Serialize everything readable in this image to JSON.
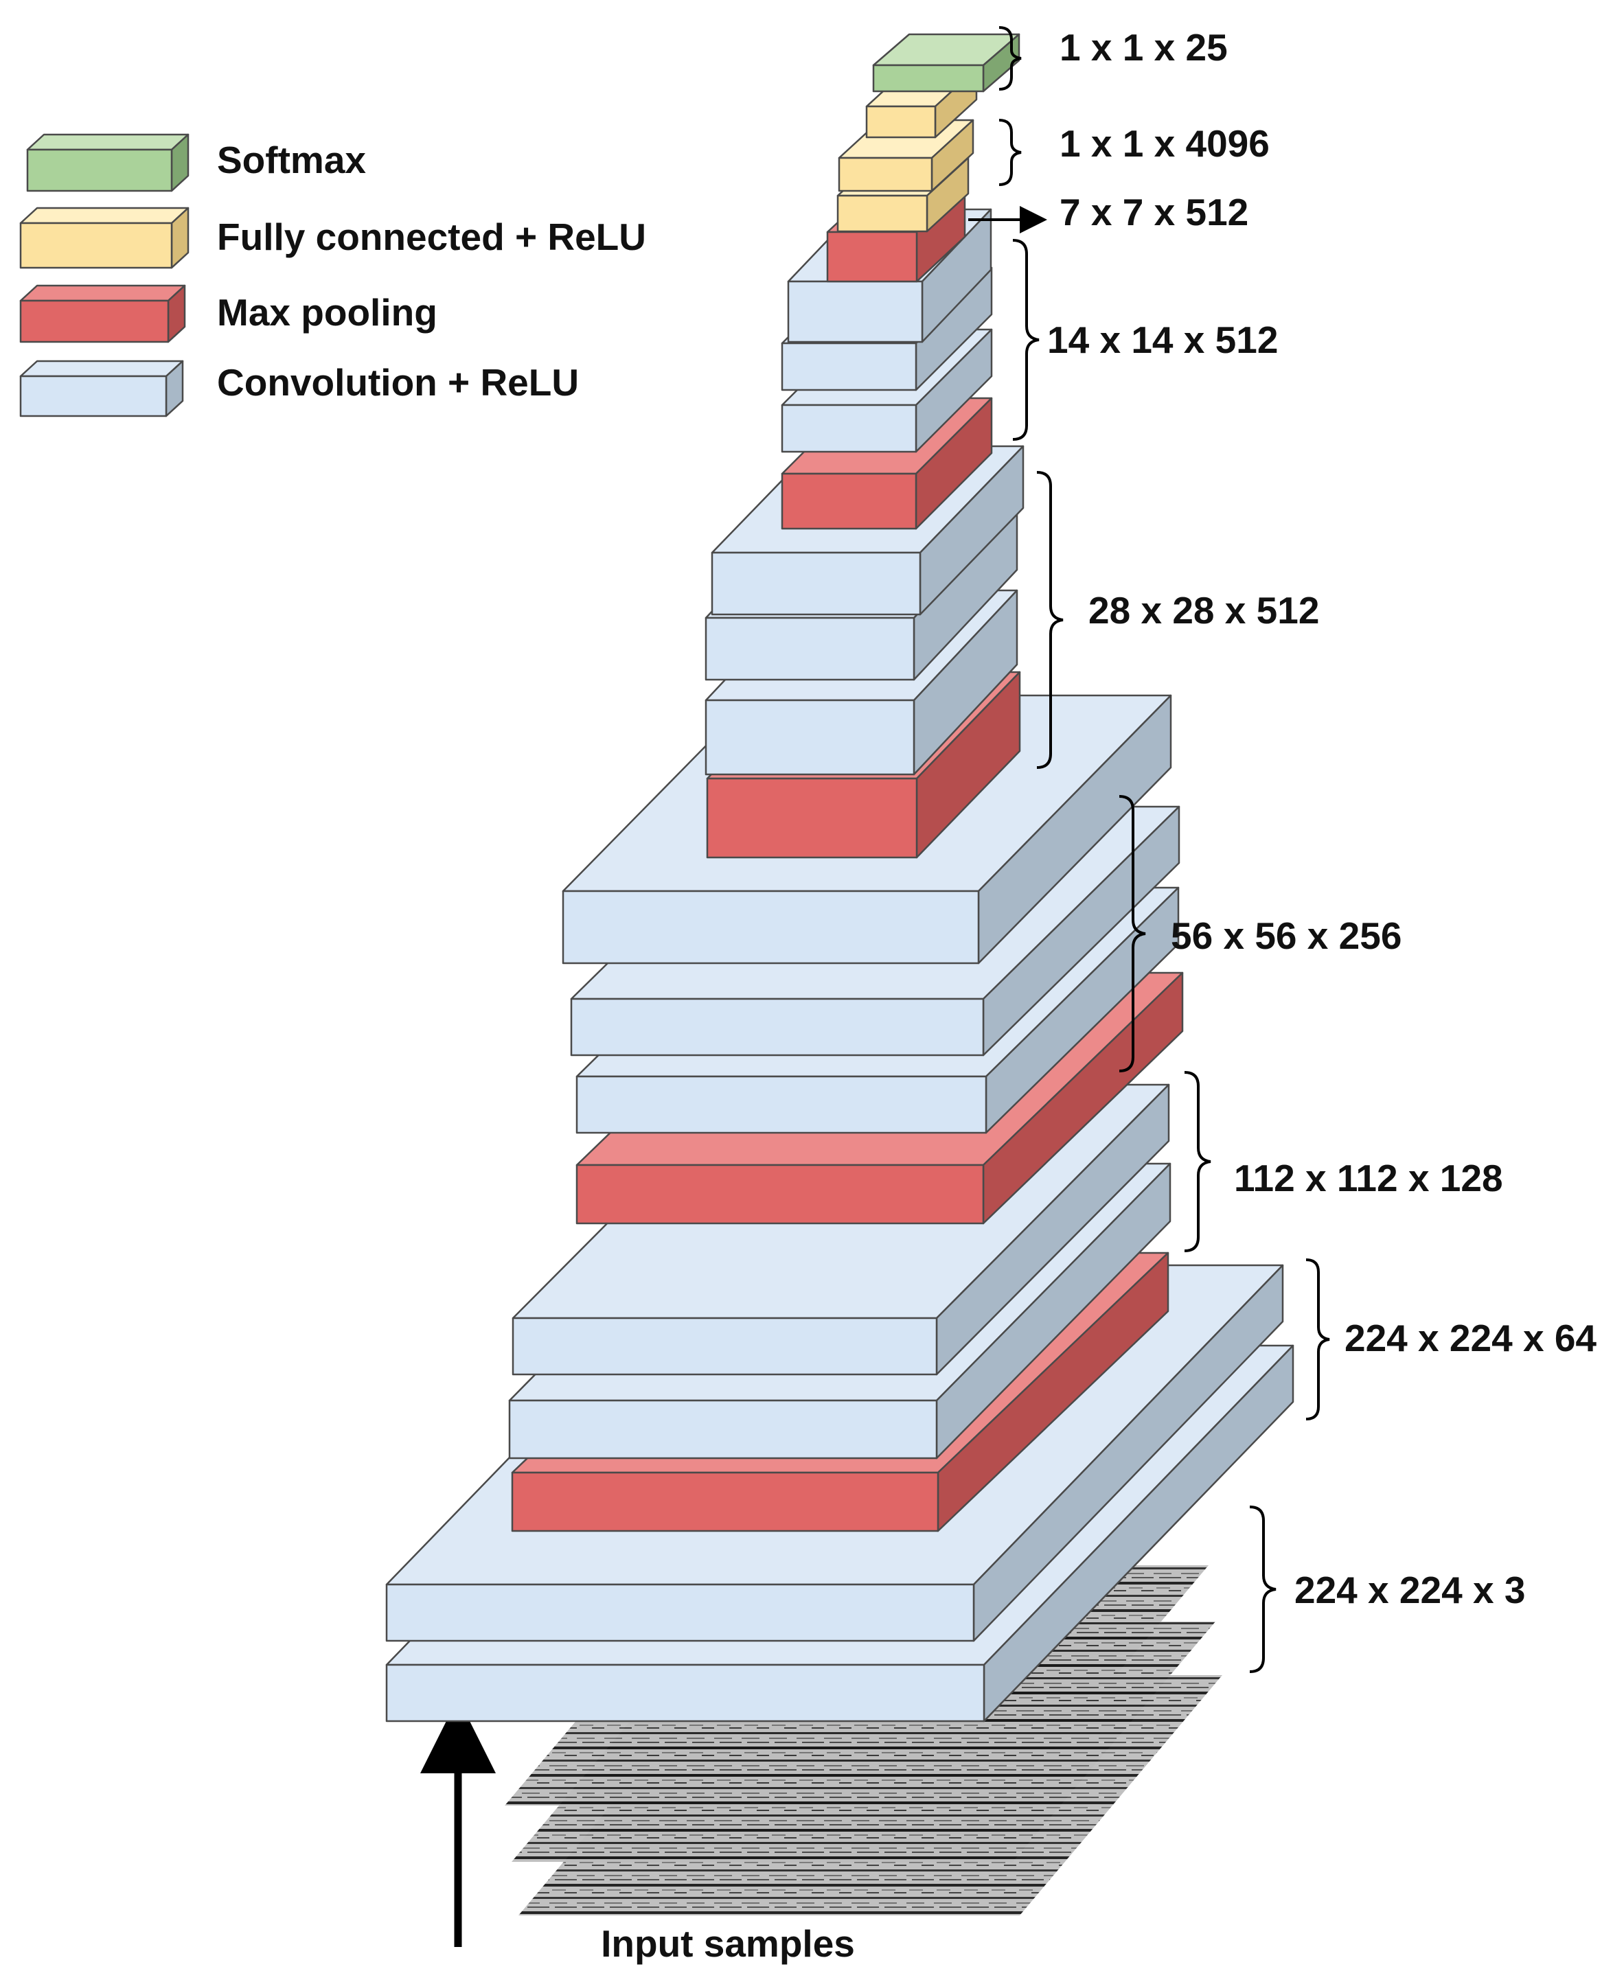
{
  "legend": [
    {
      "key": "softmax",
      "label": "Softmax"
    },
    {
      "key": "fc",
      "label": "Fully connected + ReLU"
    },
    {
      "key": "pool",
      "label": "Max pooling"
    },
    {
      "key": "conv",
      "label": "Convolution + ReLU"
    }
  ],
  "colors": {
    "softmax": {
      "front": "#aad29a",
      "top": "#c8e3bb",
      "side": "#7fa671"
    },
    "fc": {
      "front": "#fce29f",
      "top": "#fff0c4",
      "side": "#d7bc78"
    },
    "pool": {
      "front": "#e06666",
      "top": "#ec8a8a",
      "side": "#b54e4e"
    },
    "conv": {
      "front": "#d6e5f5",
      "top": "#dde9f6",
      "side": "#a8b8c7"
    },
    "edge": "#4a4a4a"
  },
  "layers": [
    {
      "type": "conv",
      "group": "224 x 224 x 3"
    },
    {
      "type": "conv",
      "group": "224 x 224 x 3"
    },
    {
      "type": "pool",
      "group": "224 x 224 x 64"
    },
    {
      "type": "conv",
      "group": "112 x 112 x 128"
    },
    {
      "type": "conv",
      "group": "112 x 112 x 128"
    },
    {
      "type": "pool",
      "group": "112 x 112 x 128"
    },
    {
      "type": "conv",
      "group": "56 x 56 x 256"
    },
    {
      "type": "conv",
      "group": "56 x 56 x 256"
    },
    {
      "type": "conv",
      "group": "56 x 56 x 256"
    },
    {
      "type": "pool",
      "group": "56 x 56 x 256"
    },
    {
      "type": "conv",
      "group": "28 x 28 x 512"
    },
    {
      "type": "conv",
      "group": "28 x 28 x 512"
    },
    {
      "type": "conv",
      "group": "28 x 28 x 512"
    },
    {
      "type": "pool",
      "group": "28 x 28 x 512"
    },
    {
      "type": "conv",
      "group": "14 x 14 x 512"
    },
    {
      "type": "conv",
      "group": "14 x 14 x 512"
    },
    {
      "type": "conv",
      "group": "14 x 14 x 512"
    },
    {
      "type": "pool",
      "group": "14 x 14 x 512"
    },
    {
      "type": "fc",
      "group": "1 x 1 x 4096"
    },
    {
      "type": "fc",
      "group": "1 x 1 x 4096"
    },
    {
      "type": "fc",
      "group": "1 x 1 x 25"
    },
    {
      "type": "softmax",
      "group": "1 x 1 x 25"
    }
  ],
  "dimension_labels": [
    "1 x 1 x 25",
    "1 x 1 x 4096",
    "7 x 7 x 512",
    "14 x 14 x 512",
    "28 x 28 x 512",
    "56 x 56 x 256",
    "112 x 112 x 128",
    "224 x 224 x 64",
    "224 x 224 x 3"
  ],
  "input_caption": "Input samples"
}
